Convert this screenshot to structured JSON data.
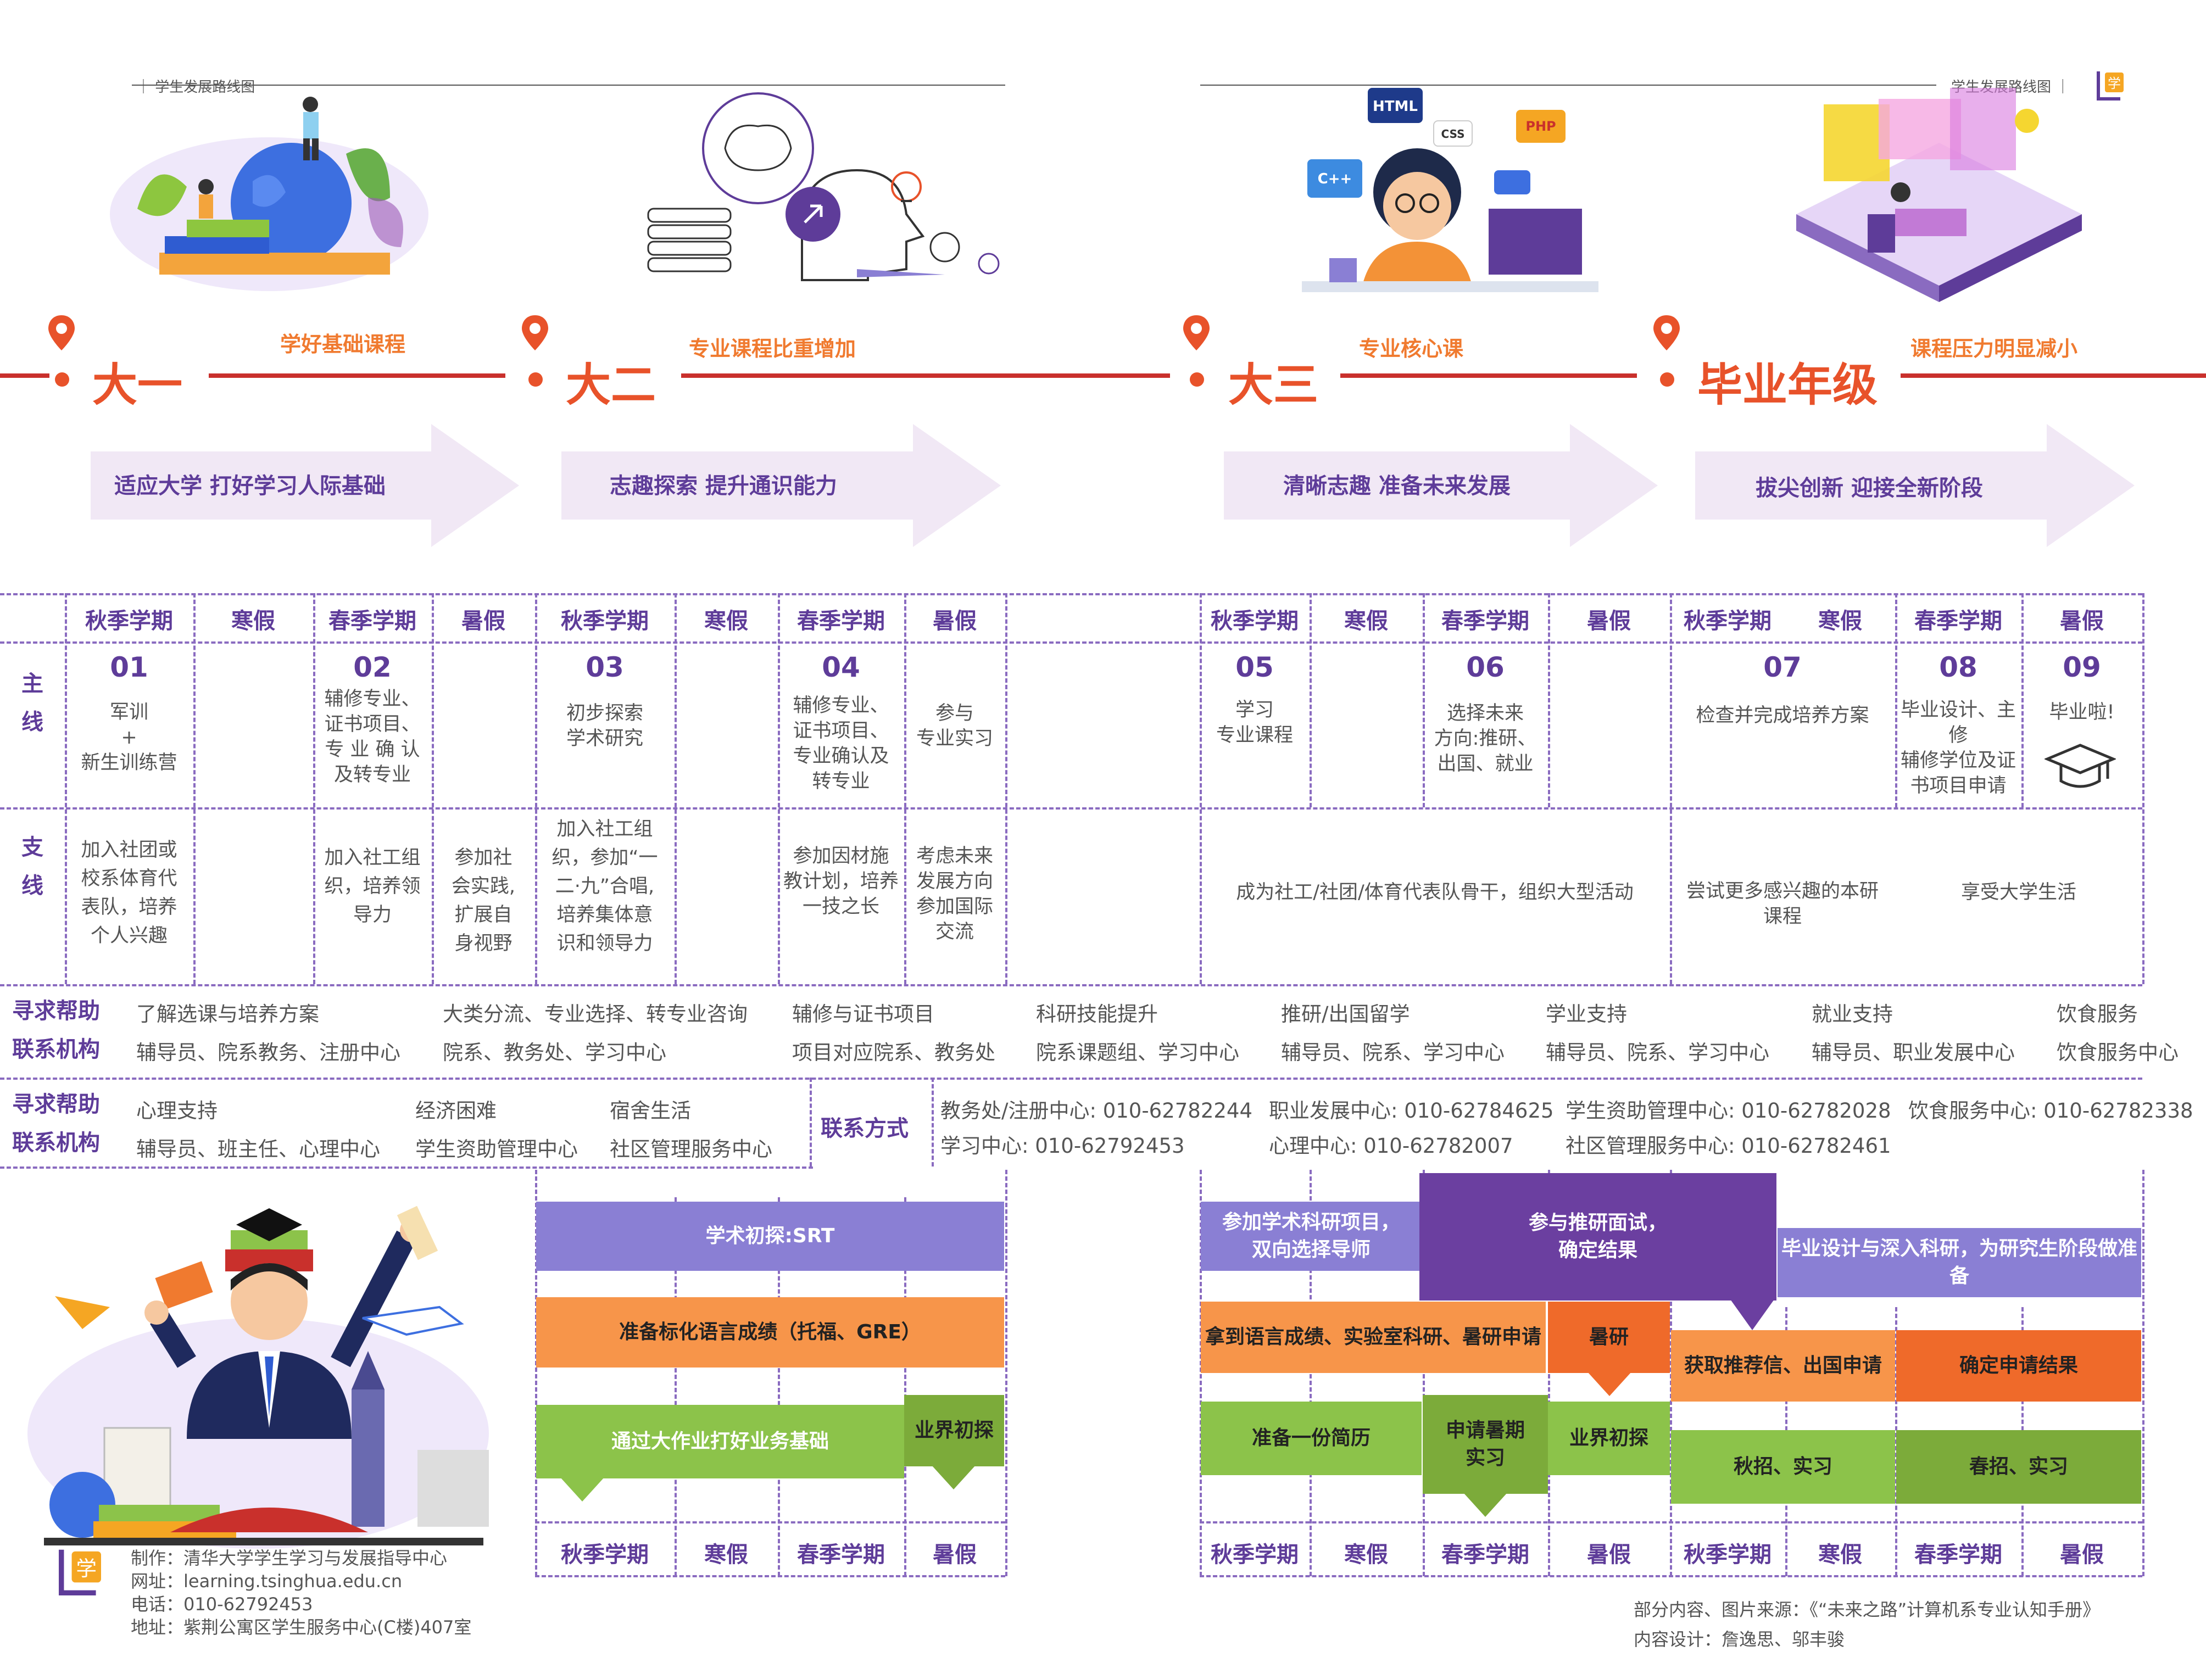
{
  "header": {
    "left_title": "学生发展路线图",
    "right_title": "学生发展路线图"
  },
  "years": [
    {
      "name": "大一",
      "sub": "学好基础课程",
      "arrow": "适应大学 打好学习人际基础"
    },
    {
      "name": "大二",
      "sub": "专业课程比重增加",
      "arrow": "志趣探索 提升通识能力"
    },
    {
      "name": "大三",
      "sub": "专业核心课",
      "arrow": "清晰志趣 准备未来发展"
    },
    {
      "name": "毕业年级",
      "sub": "课程压力明显减小",
      "arrow": "拔尖创新 迎接全新阶段"
    }
  ],
  "terms": [
    "秋季学期",
    "寒假",
    "春季学期",
    "暑假"
  ],
  "row_labels": {
    "main": "主\n线",
    "branch": "支\n线"
  },
  "main_line": [
    {
      "num": "01",
      "text": "军训\n+\n新生训练营"
    },
    {
      "num": "02",
      "text": "辅修专业、\n证书项目、\n专 业 确 认\n及转专业"
    },
    {
      "num": "03",
      "text": "初步探索\n学术研究"
    },
    {
      "num": "04",
      "text": "辅修专业、\n证书项目、\n专业确认及\n转专业"
    },
    {
      "num": "",
      "text": "参与\n专业实习"
    },
    {
      "num": "05",
      "text": "学习\n专业课程"
    },
    {
      "num": "06",
      "text": "选择未来\n方向:推研、\n出国、就业"
    },
    {
      "num": "07",
      "text": "检查并完成培养方案"
    },
    {
      "num": "08",
      "text": "毕业设计、主修\n辅修学位及证\n书项目申请"
    },
    {
      "num": "09",
      "text": "毕业啦!"
    }
  ],
  "branch_line": [
    "加入社团或\n校系体育代\n表队，培养\n个人兴趣",
    "加入社工组\n织，培养领\n导力",
    "参加社\n会实践,\n扩展自\n身视野",
    "加入社工组\n织，参加“一\n二·九”合唱,\n培养集体意\n识和领导力",
    "参加因材施\n教计划，培养\n一技之长",
    "考虑未来\n发展方向\n参加国际\n交流",
    "成为社工/社团/体育代表队骨干，组织大型活动",
    "尝试更多感兴趣的本研\n课程",
    "享受大学生活"
  ],
  "help1": {
    "label": "寻求帮助\n联系机构",
    "items": [
      {
        "topic": "了解选课与培养方案",
        "org": "辅导员、院系教务、注册中心"
      },
      {
        "topic": "大类分流、专业选择、转专业咨询",
        "org": "院系、教务处、学习中心"
      },
      {
        "topic": "辅修与证书项目",
        "org": "项目对应院系、教务处"
      },
      {
        "topic": "科研技能提升",
        "org": "院系课题组、学习中心"
      },
      {
        "topic": "推研/出国留学",
        "org": "辅导员、院系、学习中心"
      },
      {
        "topic": "学业支持",
        "org": "辅导员、院系、学习中心"
      },
      {
        "topic": "就业支持",
        "org": "辅导员、职业发展中心"
      },
      {
        "topic": "饮食服务",
        "org": "饮食服务中心"
      }
    ]
  },
  "help2": {
    "label": "寻求帮助\n联系机构",
    "items": [
      {
        "topic": "心理支持",
        "org": "辅导员、班主任、心理中心"
      },
      {
        "topic": "经济困难",
        "org": "学生资助管理中心"
      },
      {
        "topic": "宿舍生活",
        "org": "社区管理服务中心"
      }
    ]
  },
  "contact": {
    "label": "联系方式",
    "line1": [
      "教务处/注册中心: 010-62782244",
      "职业发展中心: 010-62784625",
      "学生资助管理中心: 010-62782028",
      "饮食服务中心: 010-62782338"
    ],
    "line2": [
      "学习中心: 010-62792453",
      "心理中心: 010-62782007",
      "社区管理服务中心: 010-62782461"
    ]
  },
  "bars_year2": {
    "srt": "学术初探:SRT",
    "lang": "准备标化语言成绩（托福、GRE）",
    "hw": "通过大作业打好业务基础",
    "industry": "业界初探"
  },
  "bars_year34": {
    "research": "参加学术科研项目，\n双向选择导师",
    "interview": "参与推研面试，\n确定结果",
    "thesis": "毕业设计与深入科研，为研究生阶段做准备",
    "lang_lab": "拿到语言成绩、实验室科研、暑研申请",
    "summer_res": "暑研",
    "recommend": "获取推荐信、出国申请",
    "confirm": "确定申请结果",
    "resume": "准备一份简历",
    "apply_intern": "申请暑期\n实习",
    "industry": "业界初探",
    "autumn_job": "秋招、实习",
    "spring_job": "春招、实习"
  },
  "footer": {
    "made_by": "制作：清华大学学生学习与发展指导中心",
    "site": "网址：learning.tsinghua.edu.cn",
    "phone": "电话：010-62792453",
    "address": "地址：紫荆公寓区学生服务中心(C楼)407室",
    "source": "部分内容、图片来源：《“未来之路”计算机系专业认知手册》",
    "design": "内容设计：詹逸思、邬丰骏"
  },
  "colors": {
    "purple": "#5e3c99",
    "red": "#c9302c",
    "orange": "#f07a2f",
    "lavender": "#8a7fd4",
    "green": "#8cc34a"
  }
}
